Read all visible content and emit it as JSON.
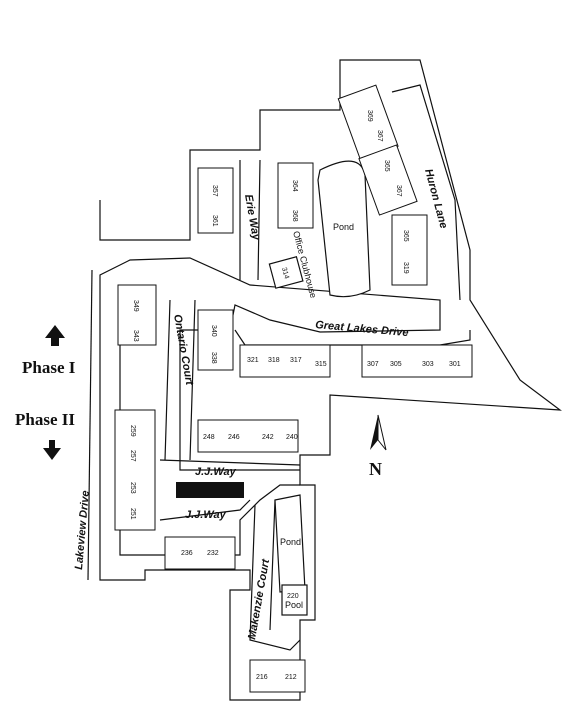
{
  "phases": {
    "phase_one": "Phase I",
    "phase_two": "Phase II"
  },
  "compass": {
    "north": "N"
  },
  "roads": {
    "great_lakes": "Great Lakes Drive",
    "huron": "Huron Lane",
    "erie": "Erie Way",
    "ontario": "Ontario Court",
    "jj_way_upper": "J.J.Way",
    "jj_way_lower": "J.J.Way",
    "makenzie": "Makenzie Court",
    "lakeview": "Lakeview Drive"
  },
  "features": {
    "pond_north": "Pond",
    "pond_south": "Pond",
    "clubhouse": "Office Clubhouse",
    "clubhouse_number": "314",
    "pool_number": "220",
    "pool": "Pool"
  },
  "buildings": {
    "b369": "369",
    "b367a": "367",
    "b365a": "365",
    "b367b": "367",
    "b357": "357",
    "b361": "361",
    "b364": "364",
    "b368": "368",
    "b365b": "365",
    "b319": "319",
    "b349": "349",
    "b343": "343",
    "b340": "340",
    "b338": "338",
    "b321": "321",
    "b318": "318",
    "b317": "317",
    "b315": "315",
    "b307": "307",
    "b305": "305",
    "b303": "303",
    "b301": "301",
    "b259": "259",
    "b257": "257",
    "b253": "253",
    "b251": "251",
    "b248": "248",
    "b246": "246",
    "b242": "242",
    "b240": "240",
    "b236": "236",
    "b232": "232",
    "b216": "216",
    "b212": "212"
  }
}
